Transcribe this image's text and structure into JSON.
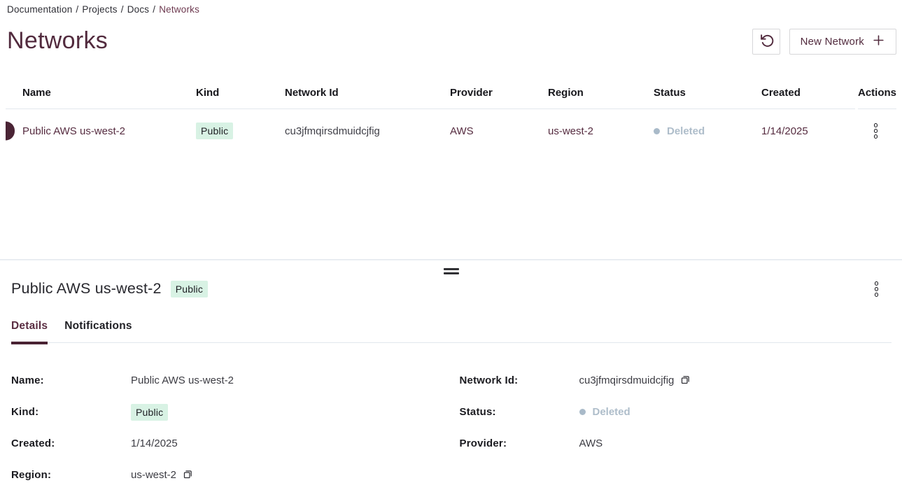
{
  "colors": {
    "accent_maroon": "#522b3e",
    "row_text_maroon": "#562c40",
    "badge_bg": "#d8f2e4",
    "badge_text": "#1d1d22",
    "status_deleted": "#aebdca",
    "border_light": "#e2e7ed"
  },
  "breadcrumb": {
    "separator": "/",
    "items": [
      "Documentation",
      "Projects",
      "Docs"
    ],
    "current": "Networks"
  },
  "page": {
    "title": "Networks"
  },
  "toolbar": {
    "refresh_icon": "rotate-ccw-icon",
    "new_network_label": "New Network",
    "plus_icon": "plus-icon"
  },
  "table": {
    "columns": [
      "Name",
      "Kind",
      "Network Id",
      "Provider",
      "Region",
      "Status",
      "Created",
      "Actions"
    ],
    "rows": [
      {
        "name": "Public AWS us-west-2",
        "kind": "Public",
        "network_id": "cu3jfmqirsdmuidcjfig",
        "provider": "AWS",
        "region": "us-west-2",
        "status": "Deleted",
        "created": "1/14/2025"
      }
    ]
  },
  "drawer": {
    "title": "Public AWS us-west-2",
    "badge": "Public",
    "tabs": [
      {
        "label": "Details",
        "active": true
      },
      {
        "label": "Notifications",
        "active": false
      }
    ],
    "details": {
      "name_label": "Name:",
      "name_value": "Public AWS us-west-2",
      "kind_label": "Kind:",
      "kind_value": "Public",
      "created_label": "Created:",
      "created_value": "1/14/2025",
      "region_label": "Region:",
      "region_value": "us-west-2",
      "network_id_label": "Network Id:",
      "network_id_value": "cu3jfmqirsdmuidcjfig",
      "status_label": "Status:",
      "status_value": "Deleted",
      "provider_label": "Provider:",
      "provider_value": "AWS"
    }
  }
}
